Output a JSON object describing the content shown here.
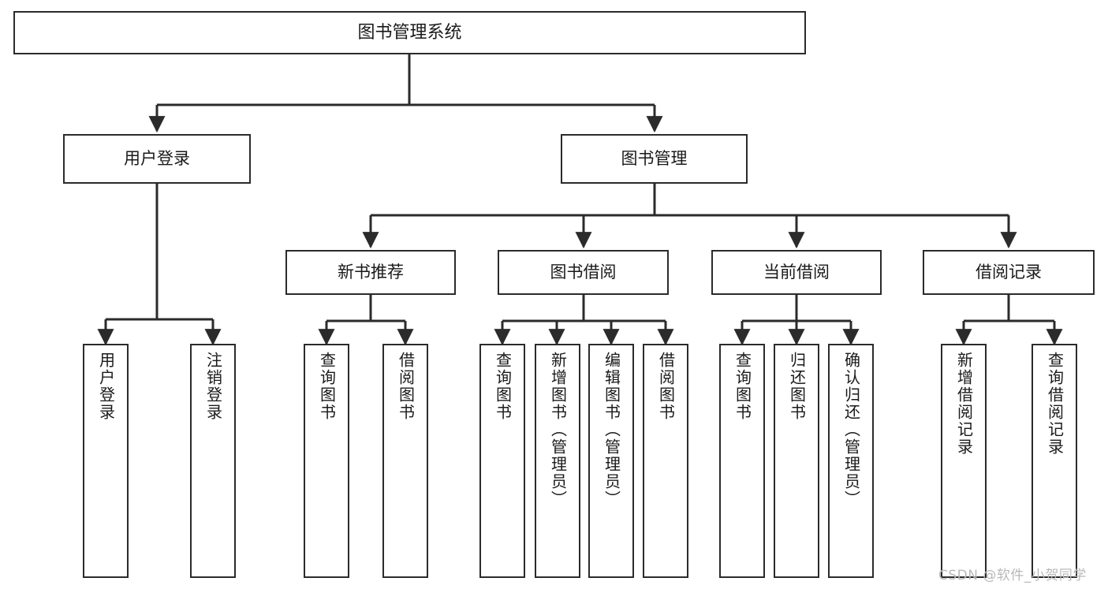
{
  "diagram": {
    "type": "tree-hierarchy",
    "title": "图书管理系统",
    "watermark": "CSDN @软件_小贺同学",
    "colors": {
      "box_border": "#2b2b2b",
      "box_fill": "#ffffff",
      "edge": "#2b2b2b",
      "text": "#1a1a1a",
      "watermark": "#b9b9b9",
      "background": "#ffffff"
    },
    "nodes": {
      "root": {
        "label": "图书管理系统"
      },
      "level1": [
        {
          "id": "user-login",
          "label": "用户登录"
        },
        {
          "id": "book-manage",
          "label": "图书管理"
        }
      ],
      "level2": [
        {
          "id": "new-book-recommend",
          "label": "新书推荐"
        },
        {
          "id": "book-borrow",
          "label": "图书借阅"
        },
        {
          "id": "current-borrow",
          "label": "当前借阅"
        },
        {
          "id": "borrow-record",
          "label": "借阅记录"
        }
      ],
      "leaves": {
        "user_login": [
          {
            "id": "leaf-user-login",
            "label": "用户登录"
          },
          {
            "id": "leaf-logout-login",
            "label": "注销登录"
          }
        ],
        "new_book_recommend": [
          {
            "id": "leaf-query-book-1",
            "label": "查询图书"
          },
          {
            "id": "leaf-borrow-book-1",
            "label": "借阅图书"
          }
        ],
        "book_borrow": [
          {
            "id": "leaf-query-book-2",
            "label": "查询图书"
          },
          {
            "id": "leaf-add-book-admin",
            "label": "新增图书（管理员）"
          },
          {
            "id": "leaf-edit-book-admin",
            "label": "编辑图书（管理员）"
          },
          {
            "id": "leaf-borrow-book-2",
            "label": "借阅图书"
          }
        ],
        "current_borrow": [
          {
            "id": "leaf-query-book-3",
            "label": "查询图书"
          },
          {
            "id": "leaf-return-book",
            "label": "归还图书"
          },
          {
            "id": "leaf-confirm-return-admin",
            "label": "确认归还（管理员）"
          }
        ],
        "borrow_record": [
          {
            "id": "leaf-add-borrow-record",
            "label": "新增借阅记录"
          },
          {
            "id": "leaf-query-borrow-record",
            "label": "查询借阅记录"
          }
        ]
      }
    }
  }
}
